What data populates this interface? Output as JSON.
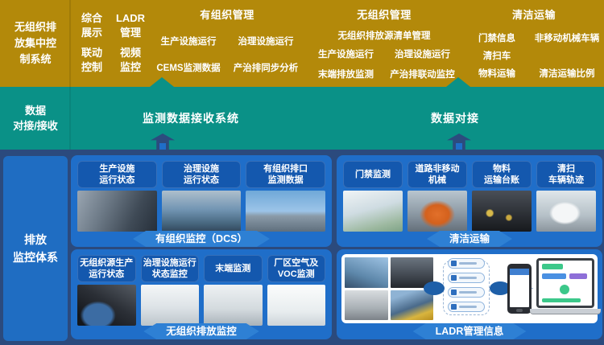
{
  "colors": {
    "band_gold": "#b3890a",
    "band_teal": "#0a9187",
    "main_navy": "#2b4a7d",
    "panel_blue": "#1f6ec9",
    "card_label_blue": "#1458ae",
    "banner_blue": "#2e80d4",
    "sidebar_blue": "#1f6dc2",
    "text_white": "#ffffff"
  },
  "top_band": {
    "system_title": "无组织排\n放集中控\n制系统",
    "modules": [
      {
        "label": "综合\n展示"
      },
      {
        "label": "LADR\n管理"
      },
      {
        "label": "联动\n控制"
      },
      {
        "label": "视频\n监控"
      }
    ],
    "organized": {
      "title": "有组织管理",
      "items": [
        "生产设施运行",
        "治理设施运行",
        "CEMS监测数据",
        "产治排同步分析"
      ]
    },
    "fugitive": {
      "title": "无组织管理",
      "lead_item": "无组织排放源清单管理",
      "items": [
        "生产设施运行",
        "治理设施运行",
        "末端排放监测",
        "产治排联动监控"
      ]
    },
    "transport": {
      "title": "清洁运输",
      "items": [
        "门禁信息",
        "非移动机械车辆",
        "清扫车",
        "物料运输",
        "清洁运输比例"
      ]
    }
  },
  "data_band": {
    "left_label": "数据\n对接/接收",
    "receiver_label": "监测数据接收系统",
    "link_label": "数据对接"
  },
  "main": {
    "sidebar_label": "排放\n监控体系",
    "organized_panel": {
      "banner": "有组织监控（DCS）",
      "cards": [
        {
          "label": "生产设施\n运行状态"
        },
        {
          "label": "治理设施\n运行状态"
        },
        {
          "label": "有组织排口\n监测数据"
        }
      ]
    },
    "transport_panel": {
      "banner": "清洁运输",
      "cards": [
        {
          "label": "门禁监测"
        },
        {
          "label": "道路非移动\n机械"
        },
        {
          "label": "物料\n运输台账"
        },
        {
          "label": "清扫\n车辆轨迹"
        }
      ]
    },
    "fugitive_panel": {
      "banner": "无组织排放监控",
      "cards": [
        {
          "label": "无组织源生产\n运行状态"
        },
        {
          "label": "治理设施运行\n状态监控"
        },
        {
          "label": "末端监测"
        },
        {
          "label": "厂区空气及\nVOC监测"
        }
      ]
    },
    "ladr_panel": {
      "banner": "LADR管理信息"
    }
  }
}
